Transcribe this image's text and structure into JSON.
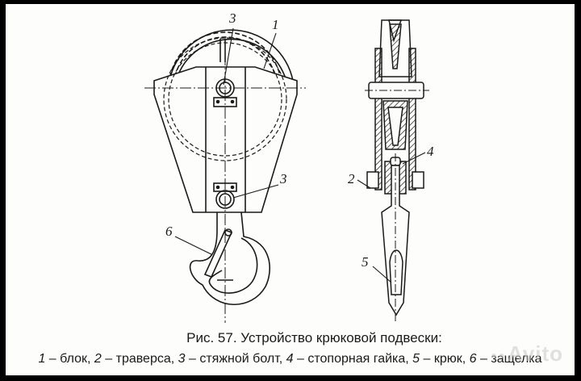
{
  "figure": {
    "caption_title": "Рис. 57. Устройство крюковой подвески:",
    "legend": [
      {
        "num": "1",
        "text": "блок"
      },
      {
        "num": "2",
        "text": "траверса"
      },
      {
        "num": "3",
        "text": "стяжной болт"
      },
      {
        "num": "4",
        "text": "стопорная гайка"
      },
      {
        "num": "5",
        "text": "крюк"
      },
      {
        "num": "6",
        "text": "защелка"
      }
    ],
    "separator": " – ",
    "callouts": {
      "front_view": [
        {
          "num": "3",
          "target": "upper-bolt"
        },
        {
          "num": "1",
          "target": "pulley-block"
        },
        {
          "num": "3",
          "target": "lower-bolt"
        },
        {
          "num": "6",
          "target": "latch"
        }
      ],
      "side_view": [
        {
          "num": "4",
          "target": "lock-nut"
        },
        {
          "num": "2",
          "target": "traverse"
        },
        {
          "num": "5",
          "target": "hook"
        }
      ]
    }
  },
  "watermark": {
    "text": "Avito",
    "icon": "avito-dots-icon"
  },
  "colors": {
    "ink": "#1a1a1a",
    "paper": "#fdfdfb",
    "border": "#000000"
  }
}
